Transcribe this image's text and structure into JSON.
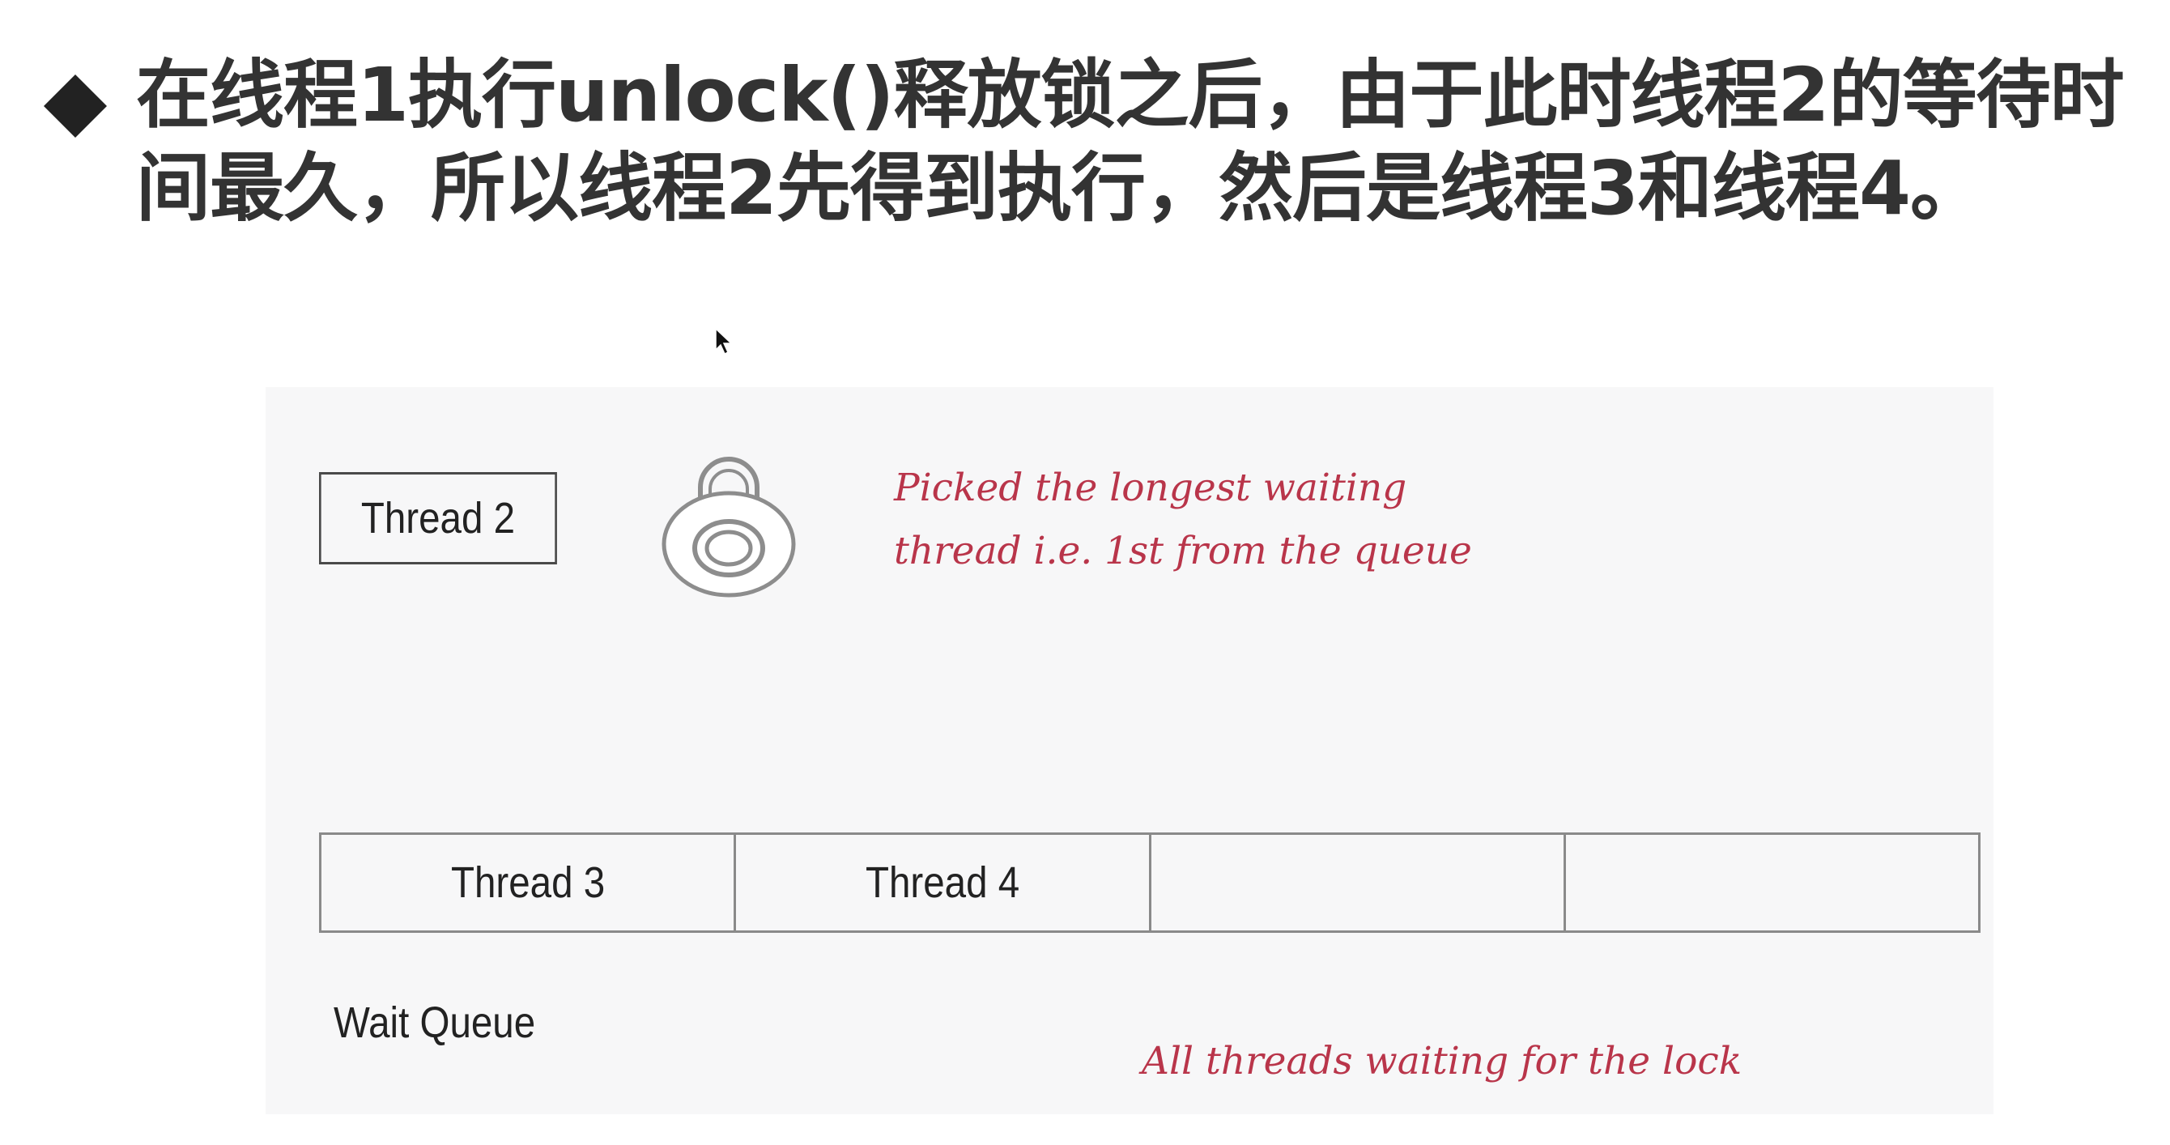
{
  "heading": {
    "line1": "在线程1执行unlock()释放锁之后，由于此时线程2的等待时",
    "line2": "间最久，所以线程2先得到执行，然后是线程3和线程4。"
  },
  "diagram": {
    "current_thread": "Thread 2",
    "note_picked": {
      "line1": "Picked the longest waiting",
      "line2": "thread i.e. 1st from the queue"
    },
    "queue": {
      "slots": [
        "Thread 3",
        "Thread 4",
        "",
        ""
      ],
      "caption": "Wait Queue"
    },
    "note_queue": "All threads waiting for the lock"
  },
  "colors": {
    "heading_text": "#333333",
    "panel_background": "#f7f7f8",
    "annotation": "#b9354a",
    "box_border": "#4a4a4a",
    "queue_border": "#8a8a8a"
  },
  "icons": {
    "bullet": "diamond-bullet-icon",
    "lock": "padlock-icon",
    "cursor": "mouse-pointer-icon"
  }
}
